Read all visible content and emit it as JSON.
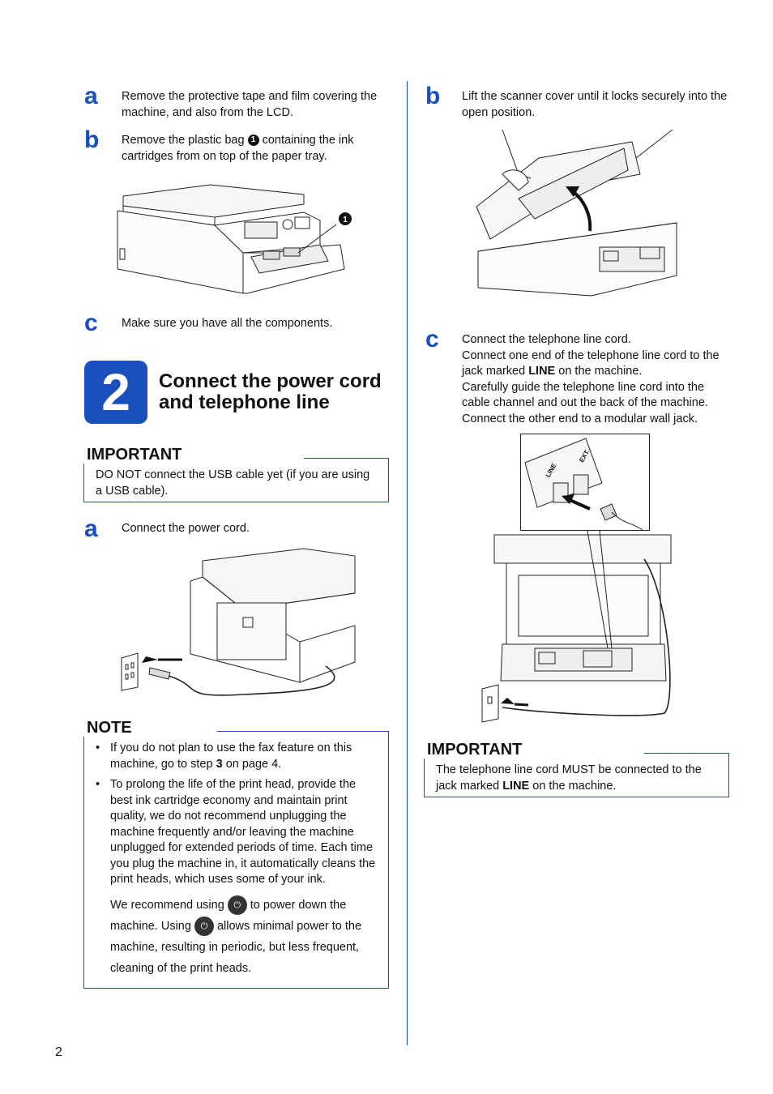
{
  "page_number": "2",
  "left": {
    "step_a": {
      "letter": "a",
      "text": "Remove the protective tape and film covering the machine, and also from the LCD."
    },
    "step_b": {
      "letter": "b",
      "text_before": "Remove the plastic bag",
      "callout": "1",
      "text_after": "containing the ink cartridges from on top of the paper tray."
    },
    "step_c": {
      "letter": "c",
      "text": "Make sure you have all the components."
    },
    "section": {
      "number": "2",
      "title": "Connect the power cord and telephone line"
    },
    "important": {
      "heading": "IMPORTANT",
      "text": "DO NOT connect the USB cable yet (if you are using a USB cable)."
    },
    "step_a2": {
      "letter": "a",
      "text": "Connect the power cord."
    },
    "note": {
      "heading": "NOTE",
      "bullet1_before": "If you do not plan to use the fax feature on this machine, go to step",
      "bullet1_step": "3",
      "bullet1_after": "on page 4.",
      "bullet2": "To prolong the life of the print head, provide the best ink cartridge economy and maintain print quality, we do not recommend unplugging the machine frequently and/or leaving the machine unplugged for extended periods of time. Each time you plug the machine in, it automatically cleans the print heads, which uses some of your ink.",
      "para_before": "We recommend using",
      "para_mid": "to power down the machine. Using",
      "para_after": "allows minimal power to the machine, resulting in periodic, but less frequent, cleaning of the print heads."
    }
  },
  "right": {
    "step_b": {
      "letter": "b",
      "text": "Lift the scanner cover until it locks securely into the open position."
    },
    "step_c": {
      "letter": "c",
      "line1": "Connect the telephone line cord.",
      "line2_before": "Connect one end of the telephone line cord to the jack marked",
      "line2_bold": "LINE",
      "line2_after": "on the machine.",
      "line3": "Carefully guide the telephone line cord into the cable channel and out the back of the machine.",
      "line4": "Connect the other end to a modular wall jack."
    },
    "important": {
      "heading": "IMPORTANT",
      "text_before": "The telephone line cord MUST be connected to the jack marked",
      "text_bold": "LINE",
      "text_after": "on the machine."
    },
    "jack_labels": {
      "line": "LINE",
      "ext": "EXT."
    }
  },
  "colors": {
    "accent": "#1a4fbf"
  },
  "icons": {
    "power": "power-icon",
    "callout": "callout-1-icon"
  }
}
